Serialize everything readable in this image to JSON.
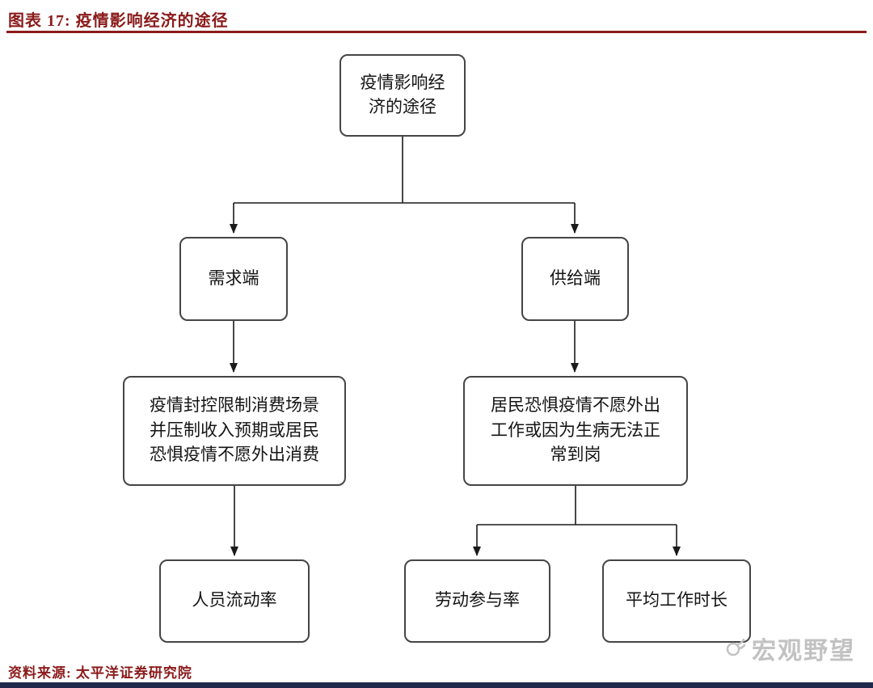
{
  "header": {
    "title": "图表 17:  疫情影响经济的途径",
    "accent_color": "#8b1b1b"
  },
  "flowchart": {
    "type": "tree",
    "nodes": [
      {
        "id": "root",
        "label": "疫情影响经济的途径"
      },
      {
        "id": "demand",
        "label": "需求端"
      },
      {
        "id": "supply",
        "label": "供给端"
      },
      {
        "id": "demand-detail",
        "label": "疫情封控限制消费场景并压制收入预期或居民恐惧疫情不愿外出消费"
      },
      {
        "id": "supply-detail",
        "label": "居民恐惧疫情不愿外出工作或因为生病无法正常到岗"
      },
      {
        "id": "mobility",
        "label": "人员流动率"
      },
      {
        "id": "participation",
        "label": "劳动参与率"
      },
      {
        "id": "hours",
        "label": "平均工作时长"
      }
    ],
    "edges": [
      {
        "from": "root",
        "to": "demand"
      },
      {
        "from": "root",
        "to": "supply"
      },
      {
        "from": "demand",
        "to": "demand-detail"
      },
      {
        "from": "supply",
        "to": "supply-detail"
      },
      {
        "from": "demand-detail",
        "to": "mobility"
      },
      {
        "from": "supply-detail",
        "to": "participation"
      },
      {
        "from": "supply-detail",
        "to": "hours"
      }
    ],
    "box_border_color": "#454545",
    "line_color": "#1a1a1a"
  },
  "footer": {
    "source": "资料来源:  太平洋证券研究院",
    "watermark": "宏观野望",
    "bar_color": "#20294a"
  }
}
